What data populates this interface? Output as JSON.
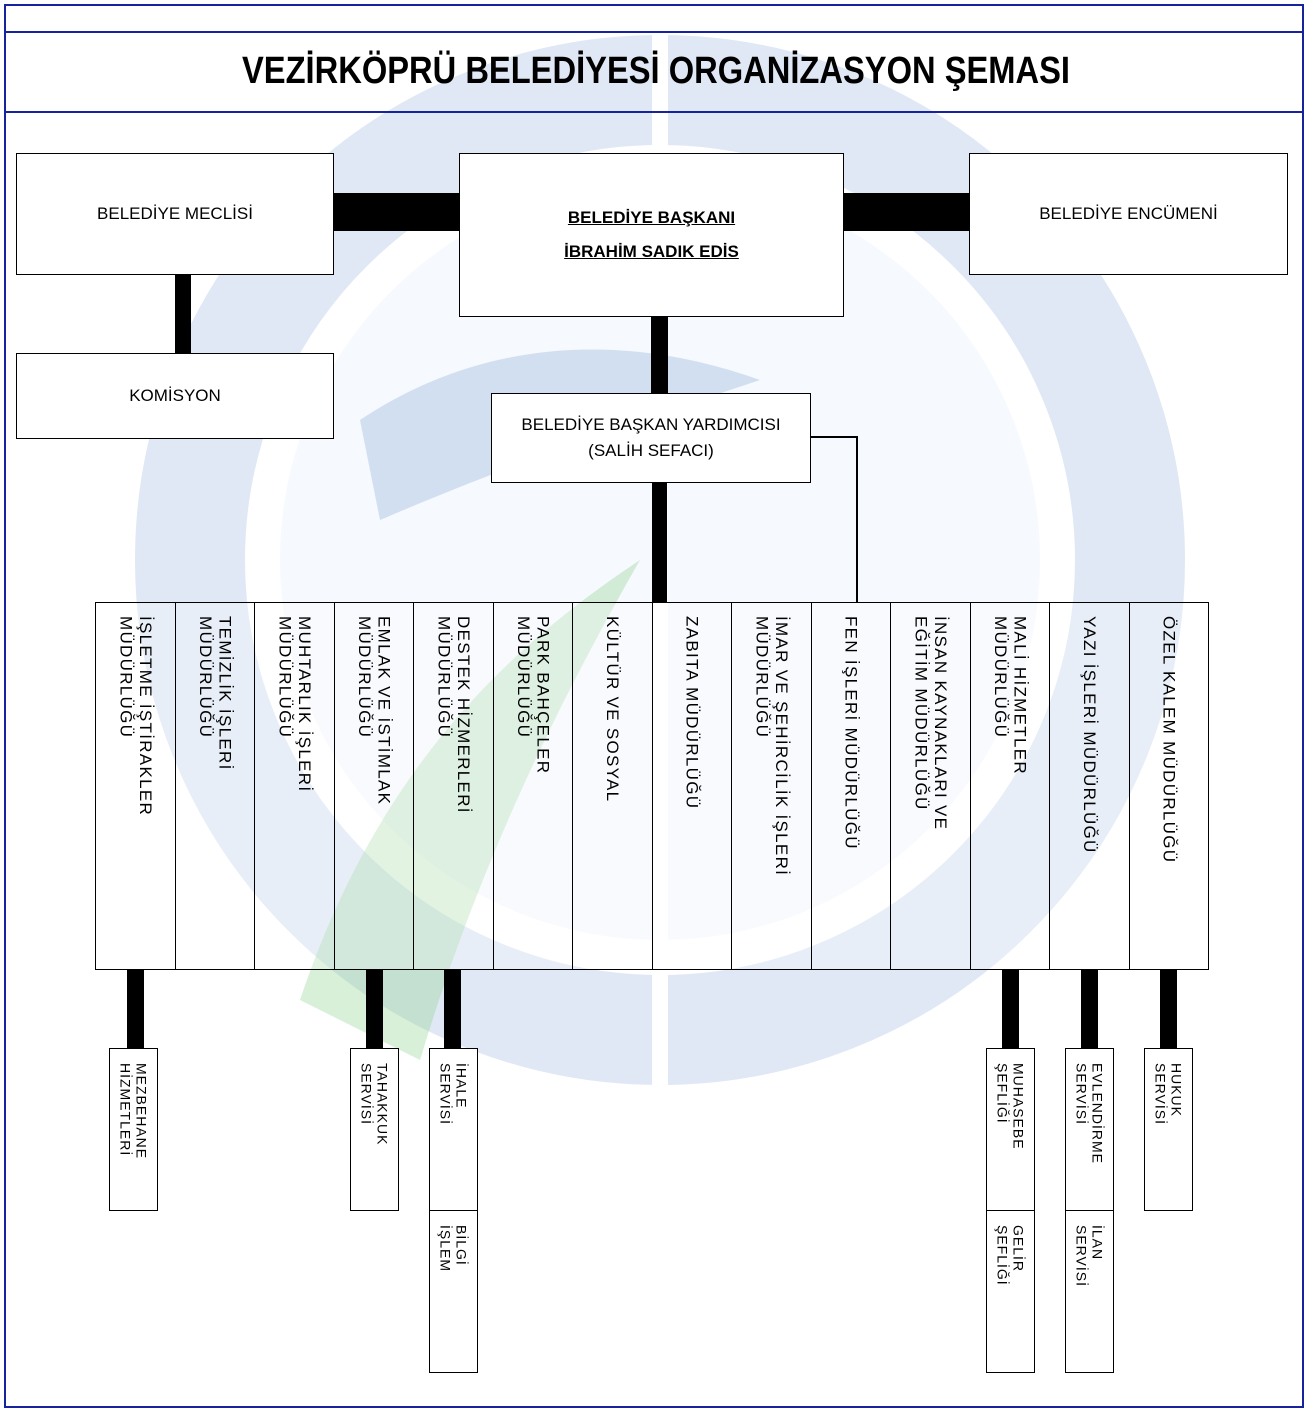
{
  "title": "VEZİRKÖPRÜ BELEDİYESİ ORGANİZASYON ŞEMASI",
  "colors": {
    "frame": "#16239c",
    "watermark": "#9ab6d8",
    "connector": "#000000"
  },
  "top": {
    "council": "BELEDİYE MECLİSİ",
    "mayor_title": "BELEDİYE BAŞKANI",
    "mayor_name": "İBRAHİM SADIK EDİS",
    "committee": "BELEDİYE ENCÜMENİ",
    "commission": "KOMİSYON",
    "deputy_title": "BELEDİYE BAŞKAN YARDIMCISI",
    "deputy_name": "(SALİH SEFACI)"
  },
  "departments": [
    "İŞLETME İŞTİRAKLER\nMÜDÜRLÜĞÜ",
    "TEMİZLİK İŞLERİ\nMÜDÜRLÜĞÜ",
    "MUHTARLIK İŞLERİ\nMÜDÜRLÜĞÜ",
    "EMLAK VE İSTİMLAK\nMÜDÜRLÜĞÜ",
    "DESTEK HİZMERLERİ\nMÜDÜRLÜĞÜ",
    "PARK BAHÇELER\nMÜDÜRLÜĞÜ",
    "KÜLTÜR VE SOSYAL",
    "ZABITA MÜDÜRLÜĞÜ",
    "İMAR VE ŞEHİRCİLİK İŞLERİ\nMÜDÜRLÜĞÜ",
    "FEN İŞLERİ MÜDÜRLÜĞÜ",
    "İNSAN KAYNAKLARI VE\nEĞİTİM MÜDÜRLÜĞÜ",
    "MALİ HİZMETLER\nMÜDÜRLÜĞÜ",
    "YAZI İŞLERİ MÜDÜRLÜĞÜ",
    "ÖZEL KALEM MÜDÜRLÜĞÜ"
  ],
  "sub_units": {
    "mezbahane": "MEZBEHANE\nHİZMETLERİ",
    "tahakkuk": "TAHAKKUK\nSERVİSİ",
    "ihale": "İHALE\nSERVİSİ",
    "bilgi": "BİLGİ\nİŞLEM",
    "muhasebe": "MUHASEBE\nŞEFLİĞİ",
    "gelir": "GELİR\nŞEFLİĞİ",
    "evlendirme": "EVLENDİRME\nSERVİSİ",
    "ilan": "İLAN\nSERVİSİ",
    "hukuk": "HUKUK\nSERVİSİ"
  }
}
